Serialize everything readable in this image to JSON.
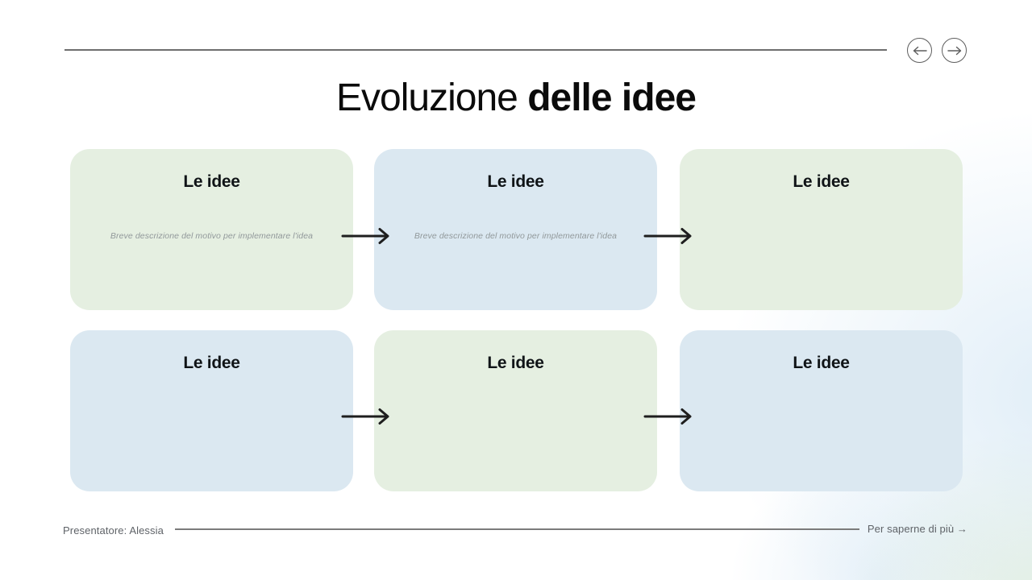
{
  "title": {
    "regular": "Evoluzione ",
    "bold": "delle idee"
  },
  "nav": {
    "prev_icon": "arrow-left",
    "next_icon": "arrow-right"
  },
  "cards": [
    {
      "title": "Le idee",
      "description": "Breve descrizione del motivo per implementare l'idea",
      "color": "green"
    },
    {
      "title": "Le idee",
      "description": "Breve descrizione del motivo per implementare l'idea",
      "color": "blue"
    },
    {
      "title": "Le idee",
      "description": "",
      "color": "green"
    },
    {
      "title": "Le idee",
      "description": "",
      "color": "blue"
    },
    {
      "title": "Le idee",
      "description": "",
      "color": "green"
    },
    {
      "title": "Le idee",
      "description": "",
      "color": "blue"
    }
  ],
  "connectors": {
    "count": 4,
    "icon": "flow-arrow"
  },
  "footer": {
    "presenter": "Presentatore: Alessia",
    "more_link": "Per saperne di più →"
  },
  "colors": {
    "card_green": "#e5efe1",
    "card_blue": "#dbe8f1",
    "footer_text": "#5f6368",
    "rule_gray": "#6e6e6e",
    "arrow_black": "#1e1e1e"
  }
}
